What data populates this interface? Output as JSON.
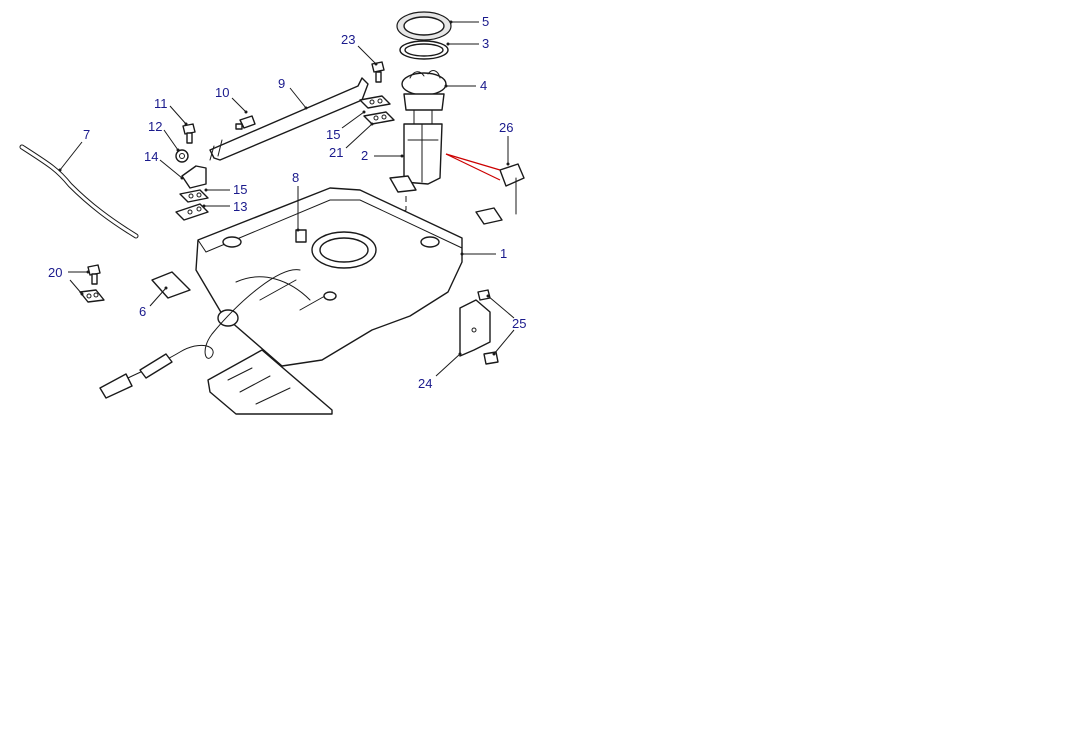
{
  "diagram": {
    "callouts": {
      "c1": "1",
      "c2": "2",
      "c3": "3",
      "c4": "4",
      "c5": "5",
      "c6": "6",
      "c7": "7",
      "c8": "8",
      "c9": "9",
      "c10": "10",
      "c11": "11",
      "c12": "12",
      "c13": "13",
      "c14": "14",
      "c15a": "15",
      "c15b": "15",
      "c20": "20",
      "c21": "21",
      "c23": "23",
      "c24": "24",
      "c25": "25",
      "c26": "26"
    },
    "colors": {
      "callout_text": "#1a1a8c",
      "line_art": "#1a1a1a",
      "highlight_leader": "#cc0000",
      "background": "#ffffff"
    }
  }
}
